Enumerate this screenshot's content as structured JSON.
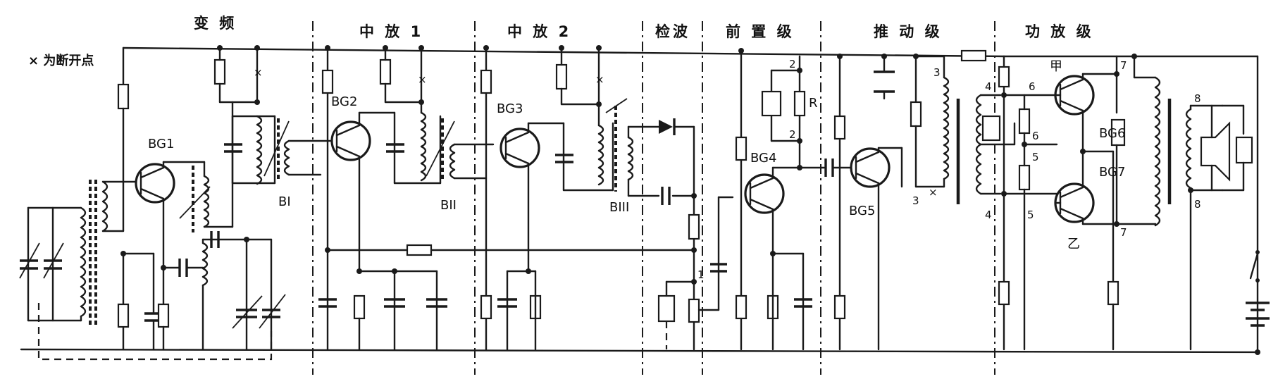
{
  "legend_note": "× 为断开点",
  "stages": [
    "变  频",
    "中 放 1",
    "中  放 2",
    "检波",
    "前  置  级",
    "推  动  级",
    "功  放 级"
  ],
  "components": {
    "bg1": "BG1",
    "bg2": "BG2",
    "bg3": "BG3",
    "bg4": "BG4",
    "bg5": "BG5",
    "bg6": "BG6",
    "bg7": "BG7",
    "b1": "BI",
    "b2": "BII",
    "b3": "BIII",
    "r": "R",
    "jia": "甲",
    "yi": "乙"
  },
  "break_mark": "×",
  "node_labels": {
    "n2a": "2",
    "n2b": "2",
    "n3a": "3",
    "n3b": "3",
    "n4a": "4",
    "n4b": "4",
    "n5a": "5",
    "n5b": "5",
    "n6a": "6",
    "n6b": "6",
    "n7a": "7",
    "n7b": "7",
    "n8a": "8",
    "n8b": "8",
    "n1": "1"
  }
}
